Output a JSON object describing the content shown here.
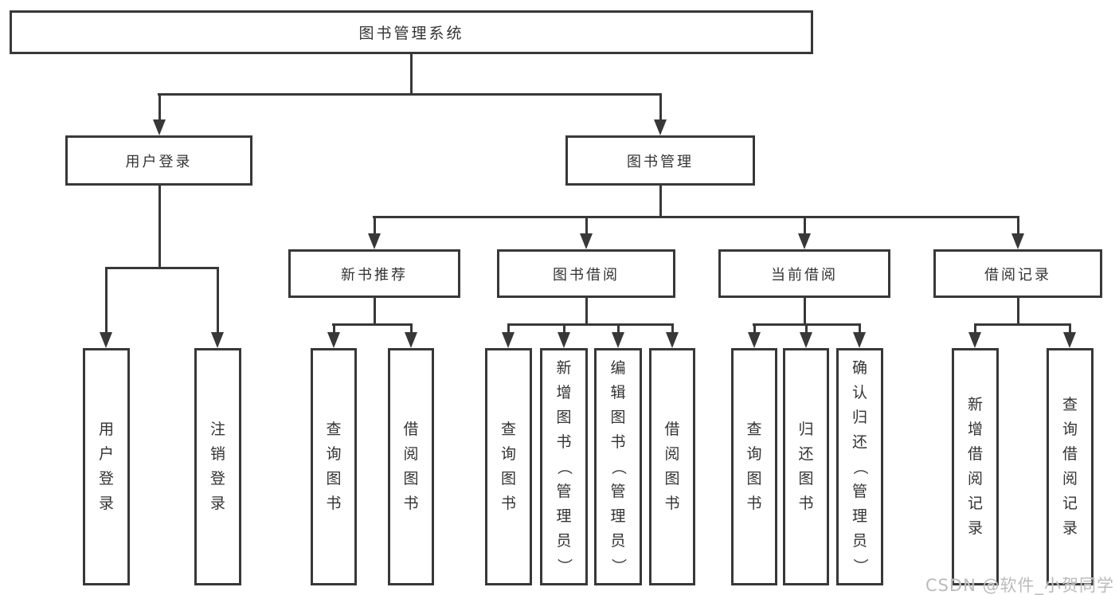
{
  "colors": {
    "line": "#383838",
    "text": "#333333",
    "watermark": "#bbbbbb",
    "background": "#ffffff"
  },
  "diagram": {
    "root": {
      "label": "图书管理系统"
    },
    "branches": [
      {
        "label": "用户登录",
        "children": [
          {
            "label": "用户登录"
          },
          {
            "label": "注销登录"
          }
        ]
      },
      {
        "label": "图书管理",
        "modules": [
          {
            "label": "新书推荐",
            "children": [
              {
                "label": "查询图书"
              },
              {
                "label": "借阅图书"
              }
            ]
          },
          {
            "label": "图书借阅",
            "children": [
              {
                "label": "查询图书"
              },
              {
                "label": "新增图书（管理员）"
              },
              {
                "label": "编辑图书（管理员）"
              },
              {
                "label": "借阅图书"
              }
            ]
          },
          {
            "label": "当前借阅",
            "children": [
              {
                "label": "查询图书"
              },
              {
                "label": "归还图书"
              },
              {
                "label": "确认归还（管理员）"
              }
            ]
          },
          {
            "label": "借阅记录",
            "children": [
              {
                "label": "新增借阅记录"
              },
              {
                "label": "查询借阅记录"
              }
            ]
          }
        ]
      }
    ]
  },
  "watermark": {
    "text": "CSDN @软件_小贺同学"
  }
}
